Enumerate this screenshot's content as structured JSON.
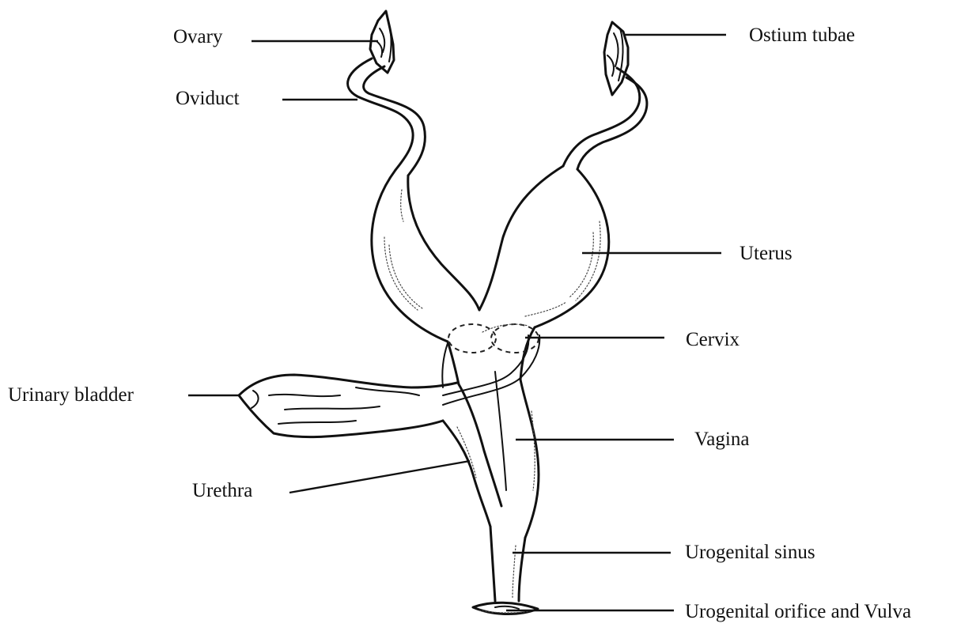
{
  "labels": {
    "ovary": "Ovary",
    "oviduct": "Oviduct",
    "ostium_tubae": "Ostium tubae",
    "uterus": "Uterus",
    "cervix": "Cervix",
    "urinary_bladder": "Urinary bladder",
    "vagina": "Vagina",
    "urethra": "Urethra",
    "urogenital_sinus": "Urogenital sinus",
    "urogenital_orifice": "Urogenital orifice and Vulva"
  }
}
